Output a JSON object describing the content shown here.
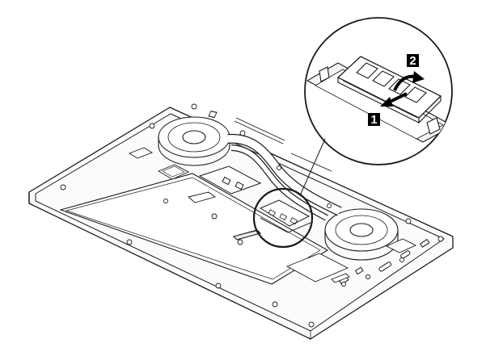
{
  "callouts": [
    {
      "label": "1",
      "meaning": "slide-out"
    },
    {
      "label": "2",
      "meaning": "pivot-up"
    }
  ],
  "colors": {
    "line": "#1a1a1a",
    "callout_fill": "#000000",
    "callout_text": "#ffffff",
    "background": "#ffffff"
  }
}
